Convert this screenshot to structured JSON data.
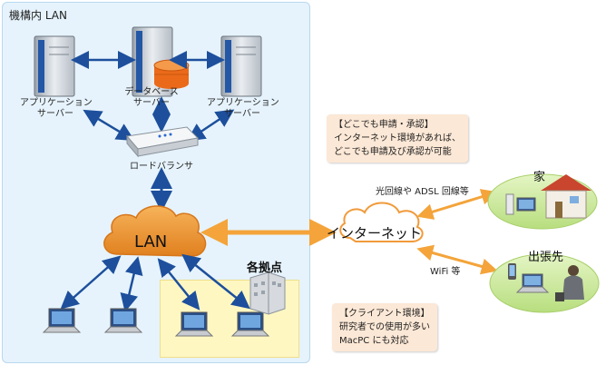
{
  "lan_area": {
    "title": "機構内 LAN"
  },
  "servers": {
    "left_label": [
      "アプリケーション",
      "サーバー"
    ],
    "center_label": [
      "データベース",
      "サーバー"
    ],
    "right_label": [
      "アプリケーション",
      "サーバー"
    ]
  },
  "load_balancer": {
    "label": "ロードバランサ"
  },
  "lan_cloud": {
    "label": "LAN"
  },
  "branch": {
    "label": "各拠点"
  },
  "internet": {
    "label": "インターネット"
  },
  "connections": {
    "home_link": "光回線や ADSL 回線等",
    "trip_link": "WiFi 等"
  },
  "home": {
    "label": "家"
  },
  "business_trip": {
    "label": "出張先"
  },
  "note_anywhere": {
    "title": "【どこでも申請・承認】",
    "lines": [
      "インターネット環境があれば、",
      "どこでも申請及び承認が可能"
    ]
  },
  "note_client": {
    "title": "【クライアント環境】",
    "lines": [
      "研究者での使用が多い",
      "MacPC にも対応"
    ]
  },
  "colors": {
    "lan_bg": "#e6f3fc",
    "branch_bg": "#fff7c2",
    "cloud_orange": "#f19a3a",
    "arrow_blue": "#1d4f9c",
    "arrow_orange": "#f4a43a",
    "green_bg": "#d8efb0"
  }
}
